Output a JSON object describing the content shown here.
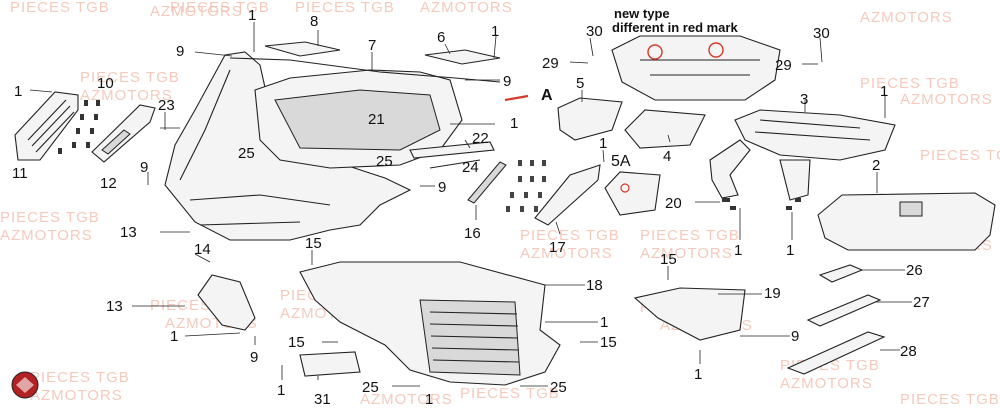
{
  "diagram": {
    "note_line1": "new type",
    "note_line2": "different in red mark",
    "accent_color": "#d43a2a",
    "watermark_color": "#f2b8a6",
    "labels": {
      "l1a": "1",
      "l1b": "1",
      "l1c": "1",
      "l1d": "1",
      "l1e": "1",
      "l1f": "1",
      "l1g": "1",
      "l1h": "1",
      "l1i": "1",
      "l1j": "1",
      "l1k": "1",
      "l1l": "1",
      "l1m": "1",
      "l2": "2",
      "l3": "3",
      "l4": "4",
      "l5": "5",
      "l5a": "5A",
      "l6": "6",
      "l7": "7",
      "l8": "8",
      "l9a": "9",
      "l9b": "9",
      "l9c": "9",
      "l9d": "9",
      "l9e": "9",
      "l9f": "9",
      "l10": "10",
      "l11": "11",
      "l12": "12",
      "l13a": "13",
      "l13b": "13",
      "l14": "14",
      "l15a": "15",
      "l15b": "15",
      "l15c": "15",
      "l15d": "15",
      "l16": "16",
      "l17": "17",
      "l18": "18",
      "l19": "19",
      "l20": "20",
      "l21": "21",
      "l22": "22",
      "l23": "23",
      "l24": "24",
      "l25a": "25",
      "l25b": "25",
      "l25c": "25",
      "l25d": "25",
      "l26": "26",
      "l27": "27",
      "l28": "28",
      "l29a": "29",
      "l29b": "29",
      "l30a": "30",
      "l30b": "30",
      "l31": "31",
      "lA": "A"
    },
    "watermarks": {
      "pieces": "PIECES TGB",
      "motors": "AZMOTORS"
    }
  }
}
